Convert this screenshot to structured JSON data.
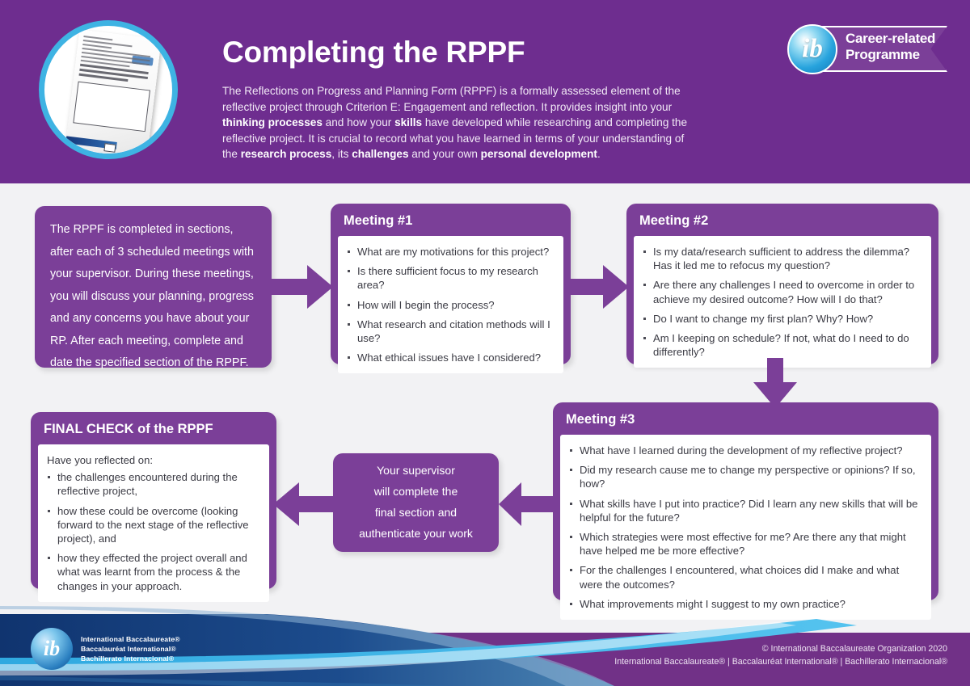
{
  "header": {
    "title": "Completing the RPPF",
    "body_html": "The Reflections on Progress and Planning Form (RPPF) is a formally assessed element of the reflective project through Criterion E: Engagement and reflection. It provides insight into your <b>thinking processes</b> and how your <b>skills</b> have developed while researching and completing the reflective project. It is crucial to record what you have learned in terms of your understanding of the <b>research process</b>, its <b>challenges</b> and your own <b>personal development</b>.",
    "programme_logo": {
      "mark": "ib",
      "line1": "Career-related",
      "line2": "Programme"
    },
    "document_icon_label": "rppf-form-photo"
  },
  "intro": {
    "text": "The RPPF is completed in sections, after each of 3 scheduled meetings with your supervisor. During these meetings, you will discuss your planning, progress and any concerns you have about your RP. After each meeting, complete and date the specified section of the RPPF."
  },
  "meetings": [
    {
      "title": "Meeting #1",
      "questions": [
        "What are my motivations for this project?",
        "Is there sufficient focus to my research area?",
        "How will I begin the process?",
        "What research and citation methods will I use?",
        "What ethical issues have I considered?"
      ]
    },
    {
      "title": "Meeting #2",
      "questions": [
        "Is my data/research sufficient to address the dilemma? Has it led me to refocus my question?",
        "Are there any challenges I need to overcome in order to achieve my desired outcome? How will I do that?",
        "Do I want to change my first plan? Why? How?",
        "Am I keeping on schedule? If not, what do I need to do differently?"
      ]
    },
    {
      "title": "Meeting #3",
      "questions": [
        "What have I learned during the development of my reflective project?",
        "Did my research cause me to change my perspective or opinions? If so, how?",
        "What skills have I put into practice? Did I learn any new skills that will be helpful for the future?",
        "Which strategies were most effective for me? Are there any that might have helped me be more effective?",
        "For the challenges I encountered, what choices did I make and what were the outcomes?",
        "What improvements might I suggest to my own practice?"
      ]
    }
  ],
  "supervisor": {
    "lines": [
      "Your supervisor",
      "will complete the",
      "final section and",
      "authenticate your work"
    ]
  },
  "final_check": {
    "title": "FINAL CHECK of the RPPF",
    "lead": "Have you reflected on:",
    "items": [
      "the challenges encountered during the reflective project,",
      "how these could be overcome (looking forward to the next stage of the reflective project), and",
      "how they effected the project overall and what was learnt from the process & the changes in your approach."
    ]
  },
  "footer": {
    "logo_lines": [
      "International Baccalaureate®",
      "Baccalauréat International®",
      "Bachillerato Internacional®"
    ],
    "copyright_line1": "© International Baccalaureate Organization 2020",
    "copyright_line2": "International Baccalaureate® | Baccalauréat International® | Bachillerato Internacional®"
  },
  "colors": {
    "header_purple": "#6e2d8f",
    "card_purple": "#7b3f98",
    "arrow_purple": "#7b3f98",
    "accent_blue": "#3eb3e3",
    "footer_navy": "#123a78",
    "footer_purple": "#713187",
    "page_background": "#f2f2f4"
  }
}
